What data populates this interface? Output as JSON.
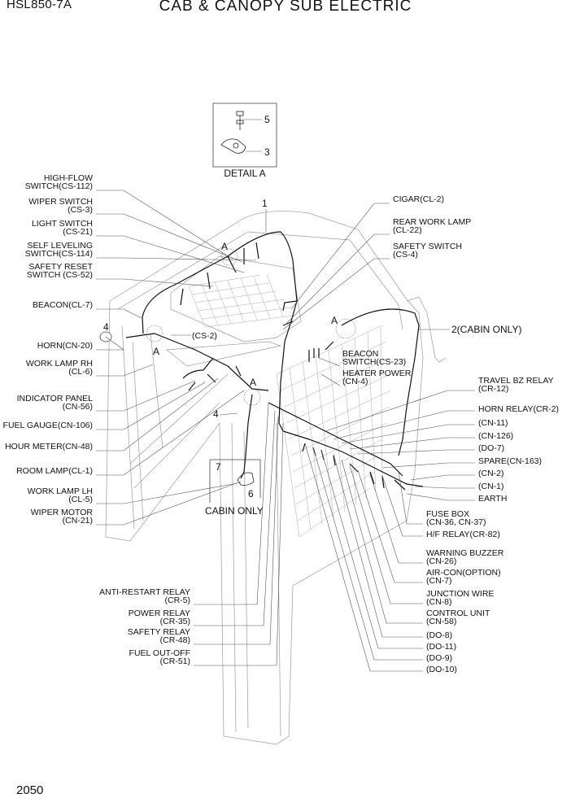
{
  "header": {
    "model": "HSL850-7A",
    "title": "CAB & CANOPY SUB ELECTRIC"
  },
  "page_number": "2050",
  "detail": {
    "caption": "DETAIL A",
    "callouts": [
      "5",
      "3"
    ]
  },
  "callouts": {
    "item1": "1",
    "item2": "2(CABIN ONLY)",
    "item4a": "4",
    "item4b": "4",
    "item7": "7",
    "item6": "6",
    "a_marks": [
      "A",
      "A",
      "A",
      "A"
    ],
    "cabin_only": "CABIN ONLY",
    "cs2": "(CS-2)"
  },
  "left_labels": [
    [
      "HIGH-FLOW",
      "SWITCH(CS-112)"
    ],
    [
      "WIPER SWITCH",
      "(CS-3)"
    ],
    [
      "LIGHT SWITCH",
      "(CS-21)"
    ],
    [
      "SELF LEVELING",
      "SWITCH(CS-114)"
    ],
    [
      "SAFETY RESET",
      "SWITCH (CS-52)"
    ],
    [
      "BEACON(CL-7)"
    ],
    [
      "HORN(CN-20)"
    ],
    [
      "WORK LAMP RH",
      "(CL-6)"
    ],
    [
      "INDICATOR PANEL",
      "(CN-56)"
    ],
    [
      "FUEL GAUGE(CN-106)"
    ],
    [
      "HOUR METER(CN-48)"
    ],
    [
      "ROOM LAMP(CL-1)"
    ],
    [
      "WORK LAMP LH",
      "(CL-5)"
    ],
    [
      "WIPER MOTOR",
      "(CN-21)"
    ]
  ],
  "bottom_left_labels": [
    [
      "ANTI-RESTART RELAY",
      "(CR-5)"
    ],
    [
      "POWER RELAY",
      "(CR-35)"
    ],
    [
      "SAFETY RELAY",
      "(CR-48)"
    ],
    [
      "FUEL OUT-OFF",
      "(CR-51)"
    ]
  ],
  "right_top_labels": [
    [
      "CIGAR(CL-2)"
    ],
    [
      "REAR WORK LAMP",
      "(CL-22)"
    ],
    [
      "SAFETY SWITCH",
      "(CS-4)"
    ]
  ],
  "mid_labels": [
    [
      "BEACON",
      "SWITCH(CS-23)"
    ],
    [
      "HEATER POWER",
      "(CN-4)"
    ]
  ],
  "right_labels": [
    [
      "TRAVEL BZ RELAY",
      "(CR-12)"
    ],
    [
      "HORN RELAY(CR-2)"
    ],
    [
      "(CN-11)"
    ],
    [
      "(CN-126)"
    ],
    [
      "(DO-7)"
    ],
    [
      "SPARE(CN-163)"
    ],
    [
      "(CN-2)"
    ],
    [
      "(CN-1)"
    ],
    [
      "EARTH"
    ]
  ],
  "bottom_right_labels": [
    [
      "FUSE BOX",
      "(CN-36, CN-37)"
    ],
    [
      "H/F RELAY(CR-82)"
    ],
    [
      "WARNING BUZZER",
      "(CN-26)"
    ],
    [
      "AIR-CON(OPTION)",
      "(CN-7)"
    ],
    [
      "JUNCTION WIRE",
      "(CN-8)"
    ],
    [
      "CONTROL UNIT",
      "(CN-58)"
    ],
    [
      "(DO-8)"
    ],
    [
      "(DO-11)"
    ],
    [
      "(DO-9)"
    ],
    [
      "(DO-10)"
    ]
  ]
}
